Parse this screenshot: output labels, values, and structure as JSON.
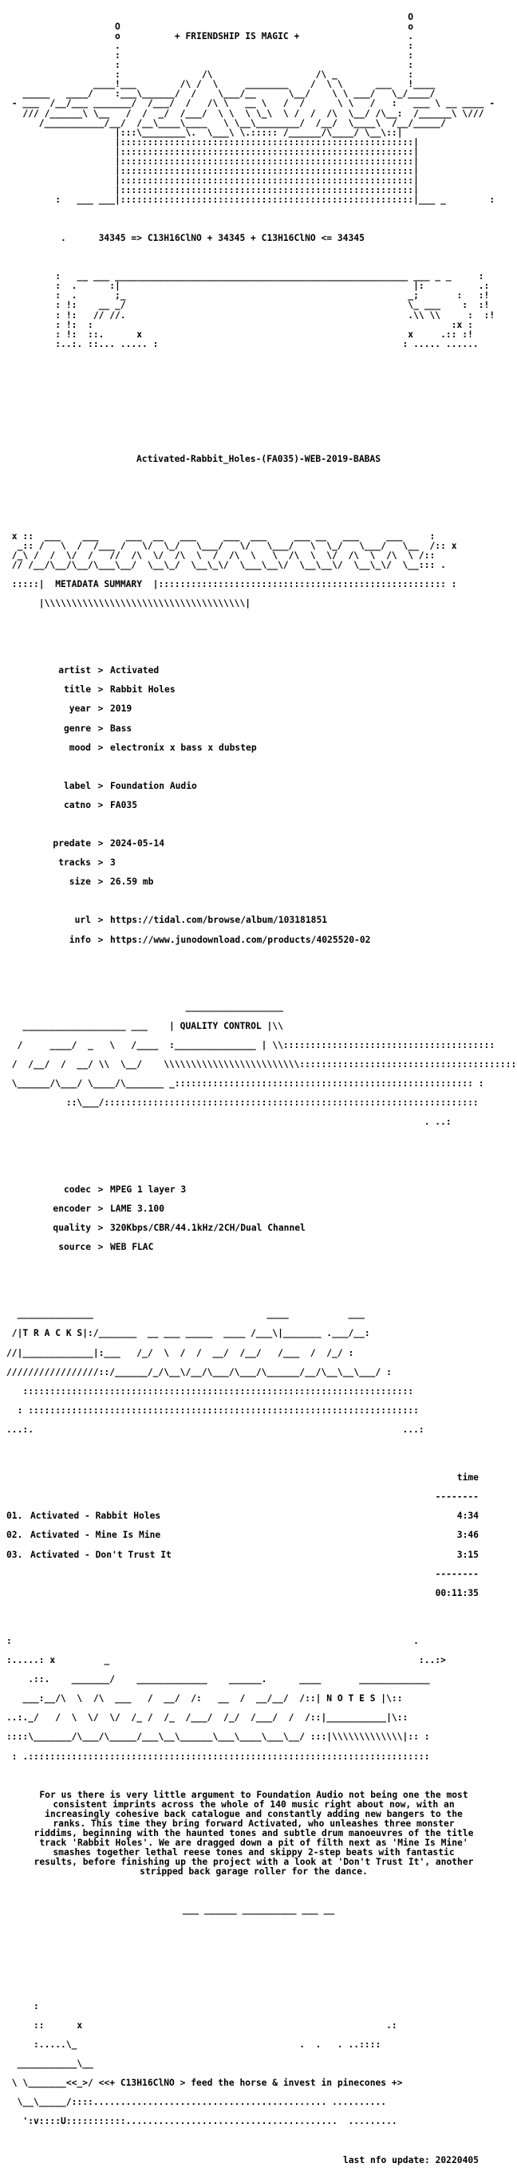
{
  "header": {
    "art_top": "                                                                          O\n                    O                                                     o\n                    o          + FRIENDSHIP IS MAGIC +                    .\n                    .                                                     :\n                    :                                                     :\n                    :                                                     :\n                    :               /\\                   /\\ _             :\n                ____!___        /\\ /  \\     ________    /  \\ \\      ___   !____\n   _____   ____/    :___\\______/  /    \\___/__      \\__/    \\ \\ ___/   \\_/____/\n - ___  /__/___ _______/  /___/  /   /\\ \\   __ \\   /  /      \\ \\   /   :   ___ \\ __ ____ -\n   /// /______\\ \\__   /  /  _/  /___/  \\ \\  \\ \\_\\  \\ /  /  /\\  \\__/ /\\__:  /______\\ \\///\n      /___________/__/  /__\\____\\____   \\ \\__\\________/  /__/  \\____\\  /__/_____/\n                    |:::\\________\\.  \\___\\ \\.::::: /______/\\____/ \\__\\::|\n                    |::::::::::::::::::::::::::::::::::::::::::::::::::::::|\n                    |::::::::::::::::::::::::::::::::::::::::::::::::::::::|\n                    |::::::::::::::::::::::::::::::::::::::::::::::::::::::|\n                    |::::::::::::::::::::::::::::::::::::::::::::::::::::::|\n                    |::::::::::::::::::::::::::::::::::::::::::::::::::::::|\n                    |::::::::::::::::::::::::::::::::::::::::::::::::::::::|\n         :   ___ ___|::::::::::::::::::::::::::::::::::::::::::::::::::::::|___ _        :",
    "art_bottom": "         :   __ ___ ______________________________________________________ ___ _ _     :\n         :  .      :|                                                      |:          .:\n         :  .       ;_                                                    _;       :   :!\n         : !:    __ _/                                                    \\_ ___    :  :!\n         : !:   // //.                                                    .\\\\ \\\\     :  :!\n         : !:  :                                                                  :x :\n         : !:  ::.      x                                                 x     .:: :!\n         :..:. ::... ..... :                                             : ..... ......",
    "equation": "34345 => C13H16ClNO + 34345 + C13H16ClNO <= 34345"
  },
  "release_name": "Activated-Rabbit_Holes-(FA035)-WEB-2019-BABAS",
  "sections": {
    "metadata_art_top": " x ::  ___    ___     ___  __   ___     ___  ___     ___ __   ___     ___     :\n  _:: /   \\  /  /___ /   \\/  \\_/   \\___/   \\/   \\___/   \\  \\_/   \\___/   \\__  /:: x\n /_\\ /  /  \\/  /   //  /\\  \\/  /\\  \\  /  /\\  \\   \\  /\\  \\  \\/  /\\  \\  /\\  \\ /::\n // /__/\\__/\\__/\\___\\__/  \\__\\_/  \\__\\_\\/  \\___\\__\\/  \\__\\__\\/  \\__\\_\\/  \\__::: .",
    "metadata_label": "METADATA SUMMARY",
    "quality_label": "QUALITY CONTROL",
    "tracks_label": "T R A C K S",
    "notes_label": "N O T E S"
  },
  "metadata": [
    {
      "key": "artist",
      "value": "Activated"
    },
    {
      "key": "title",
      "value": "Rabbit Holes"
    },
    {
      "key": "year",
      "value": "2019"
    },
    {
      "key": "genre",
      "value": "Bass"
    },
    {
      "key": "mood",
      "value": "electronix x bass x dubstep"
    },
    {
      "key": "label",
      "value": "Foundation Audio"
    },
    {
      "key": "catno",
      "value": "FA035"
    },
    {
      "key": "predate",
      "value": "2024-05-14"
    },
    {
      "key": "tracks",
      "value": "3"
    },
    {
      "key": "size",
      "value": "26.59 mb"
    },
    {
      "key": "url",
      "value": "https://tidal.com/browse/album/103181851"
    },
    {
      "key": "info",
      "value": "https://www.junodownload.com/products/4025520-02"
    }
  ],
  "quality": [
    {
      "key": "codec",
      "value": "MPEG 1 layer 3"
    },
    {
      "key": "encoder",
      "value": "LAME 3.100"
    },
    {
      "key": "quality",
      "value": "320Kbps/CBR/44.1kHz/2CH/Dual Channel"
    },
    {
      "key": "source",
      "value": "WEB FLAC"
    }
  ],
  "tracks": {
    "time_header": "time",
    "rule": "--------",
    "items": [
      {
        "num": "01.",
        "title": "Activated - Rabbit Holes",
        "time": "4:34"
      },
      {
        "num": "02.",
        "title": "Activated - Mine Is Mine",
        "time": "3:46"
      },
      {
        "num": "03.",
        "title": "Activated - Don't Trust It",
        "time": "3:15"
      }
    ],
    "total": "00:11:35"
  },
  "notes": {
    "text": "For us there is very little argument to Foundation Audio not being one the most consistent imprints across the whole of 140 music right about now, with an increasingly cohesive back catalogue and constantly adding new bangers to the ranks. This time they bring forward Activated, who unleashes three monster riddims, beginning with the haunted tones and subtle drum manoeuvres of the title track 'Rabbit Holes'. We are dragged down a pit of filth next as 'Mine Is Mine' smashes together lethal reese tones and skippy 2-step beats with fantastic results, before finishing up the project with a look at 'Don't Trust It', another stripped back garage roller for the dance.",
    "divider": "___ ______ __________ ___ __"
  },
  "footer": {
    "tagline": "<<+ C13H16ClNO > feed the horse & invest in pinecones +>",
    "last_update": "last nfo update: 20220405"
  }
}
